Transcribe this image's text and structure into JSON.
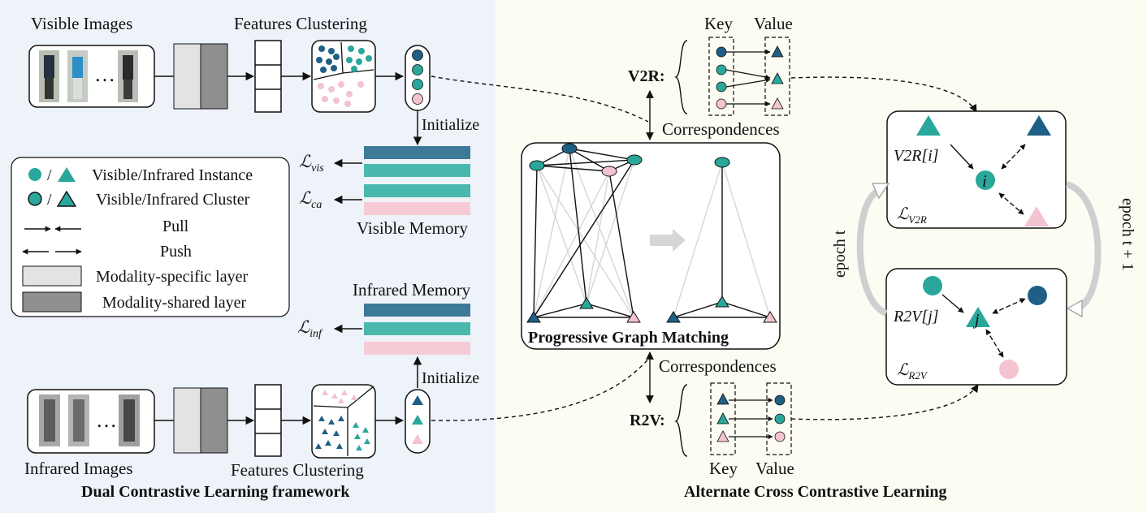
{
  "left_panel": {
    "title": "Dual Contrastive Learning framework",
    "visible_images_label": "Visible Images",
    "infrared_images_label": "Infrared Images",
    "features_clustering_top": "Features Clustering",
    "features_clustering_bottom": "Features Clustering",
    "ellipsis": "…",
    "initialize_top": "Initialize",
    "initialize_bottom": "Initialize",
    "visible_memory_label": "Visible Memory",
    "infrared_memory_label": "Infrared Memory",
    "loss_vis": "ℒ",
    "loss_vis_sub": "vis",
    "loss_ca": "ℒ",
    "loss_ca_sub": "ca",
    "loss_inf": "ℒ",
    "loss_inf_sub": "inf",
    "legend": {
      "instance": "Visible/Infrared Instance",
      "cluster": "Visible/Infrared Cluster",
      "pull": "Pull",
      "push": "Push",
      "specific": "Modality-specific layer",
      "shared": "Modality-shared layer",
      "slash1": "/",
      "slash2": "/"
    }
  },
  "right_panel": {
    "title": "Alternate Cross Contrastive Learning",
    "v2r_label": "V2R:",
    "r2v_label": "R2V:",
    "key_top": "Key",
    "value_top": "Value",
    "key_bottom": "Key",
    "value_bottom": "Value",
    "correspondences_top": "Correspondences",
    "correspondences_bottom": "Correspondences",
    "graph_title": "Progressive Graph Matching",
    "v2r_index": "V2R[i]",
    "r2v_index": "R2V[j]",
    "node_i": "i",
    "node_j": "j",
    "loss_v2r": "ℒ",
    "loss_v2r_sub": "V2R",
    "loss_r2v": "ℒ",
    "loss_r2v_sub": "R2V",
    "epoch_t": "epoch t",
    "epoch_t1": "epoch t + 1"
  },
  "colors": {
    "dark_blue": "#1f5f86",
    "teal": "#2aa79b",
    "pink": "#f3c3cf",
    "memory_blue": "#3c7a98",
    "memory_teal": "#4bb8ad",
    "memory_pink": "#f7cbd5",
    "left_bg": "#eef2f9",
    "right_bg": "#fcfcf2",
    "specific_layer": "#e3e3e3",
    "shared_layer": "#8f8f8f"
  }
}
